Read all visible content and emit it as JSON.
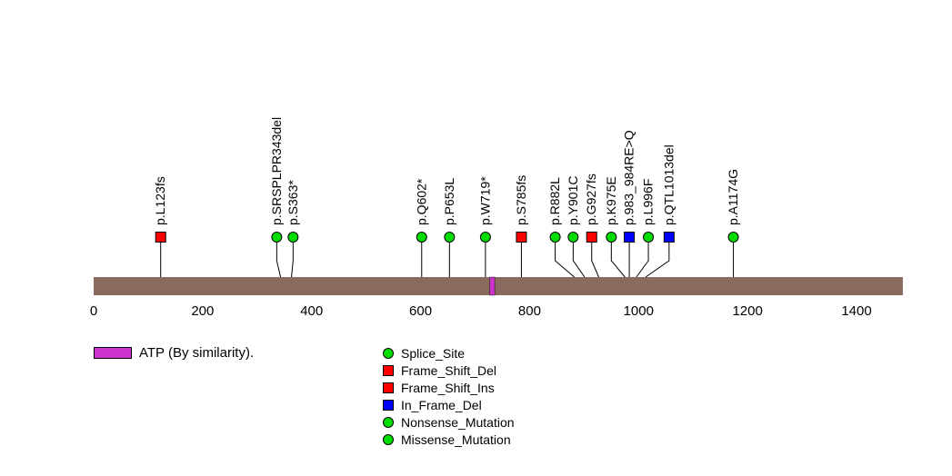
{
  "chart_data": {
    "type": "lollipop",
    "title": "",
    "xlabel": "",
    "protein_length": 1485,
    "xlim": [
      0,
      1485
    ],
    "x_ticks": [
      0,
      200,
      400,
      600,
      800,
      1000,
      1200,
      1400
    ],
    "grid": false,
    "gene_body_color": "#8a6a5f",
    "background_color": "#ffffff",
    "domains": [
      {
        "name": "ATP (By similarity).",
        "start": 727,
        "end": 736,
        "color": "#cc33cc"
      }
    ],
    "mutations": [
      {
        "label": "p.L123fs",
        "pos": 123,
        "display_pos": 123,
        "shape": "square",
        "color": "#ff0000"
      },
      {
        "label": "p.SRSPLPR343del",
        "pos": 343,
        "display_pos": 336,
        "shape": "circle",
        "color": "#00dd00"
      },
      {
        "label": "p.S363*",
        "pos": 363,
        "display_pos": 366,
        "shape": "circle",
        "color": "#00dd00"
      },
      {
        "label": "p.Q602*",
        "pos": 602,
        "display_pos": 602,
        "shape": "circle",
        "color": "#00dd00"
      },
      {
        "label": "p.P653L",
        "pos": 653,
        "display_pos": 653,
        "shape": "circle",
        "color": "#00dd00"
      },
      {
        "label": "p.W719*",
        "pos": 719,
        "display_pos": 719,
        "shape": "circle",
        "color": "#00dd00"
      },
      {
        "label": "p.S785fs",
        "pos": 785,
        "display_pos": 785,
        "shape": "square",
        "color": "#ff0000"
      },
      {
        "label": "p.R882L",
        "pos": 882,
        "display_pos": 847,
        "shape": "circle",
        "color": "#00dd00"
      },
      {
        "label": "p.Y901C",
        "pos": 901,
        "display_pos": 880,
        "shape": "circle",
        "color": "#00dd00"
      },
      {
        "label": "p.G927fs",
        "pos": 927,
        "display_pos": 914,
        "shape": "square",
        "color": "#ff0000"
      },
      {
        "label": "p.K975E",
        "pos": 975,
        "display_pos": 950,
        "shape": "circle",
        "color": "#00dd00"
      },
      {
        "label": "p.983_984RE>Q",
        "pos": 983,
        "display_pos": 983,
        "shape": "square",
        "color": "#0000ff"
      },
      {
        "label": "p.L996F",
        "pos": 996,
        "display_pos": 1018,
        "shape": "circle",
        "color": "#00dd00"
      },
      {
        "label": "p.QTL1013del",
        "pos": 1013,
        "display_pos": 1056,
        "shape": "square",
        "color": "#0000ff"
      },
      {
        "label": "p.A1174G",
        "pos": 1174,
        "display_pos": 1174,
        "shape": "circle",
        "color": "#00dd00"
      }
    ],
    "legend": {
      "position": "bottom",
      "items": [
        {
          "label": "Splice_Site",
          "shape": "circle",
          "color": "#00dd00"
        },
        {
          "label": "Frame_Shift_Del",
          "shape": "square",
          "color": "#ff0000"
        },
        {
          "label": "Frame_Shift_Ins",
          "shape": "square",
          "color": "#ff0000"
        },
        {
          "label": "In_Frame_Del",
          "shape": "square",
          "color": "#0000ff"
        },
        {
          "label": "Nonsense_Mutation",
          "shape": "circle",
          "color": "#00dd00"
        },
        {
          "label": "Missense_Mutation",
          "shape": "circle",
          "color": "#00dd00"
        }
      ]
    }
  }
}
